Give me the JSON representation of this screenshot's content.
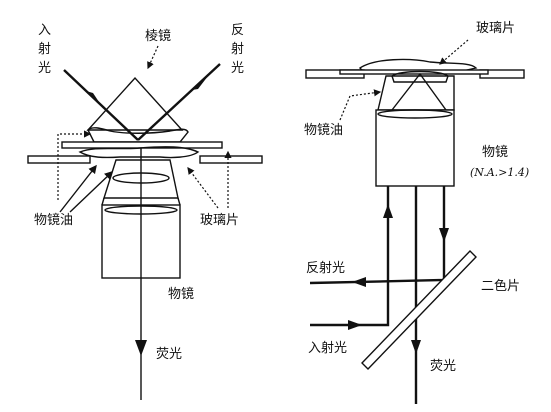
{
  "left_diagram": {
    "prism_label": "棱镜",
    "incident_label_chars": [
      "入",
      "射",
      "光"
    ],
    "reflected_label_chars": [
      "反",
      "射",
      "光"
    ],
    "oil_label": "物镜油",
    "glass_label": "玻璃片",
    "objective_label": "物镜",
    "fluorescence_label": "荧光"
  },
  "right_diagram": {
    "glass_label": "玻璃片",
    "oil_label": "物镜油",
    "objective_label": "物镜",
    "na_label": "(N.A.>1.4)",
    "reflected_label": "反射光",
    "dichroic_label": "二色片",
    "incident_label": "入射光",
    "fluorescence_label": "荧光"
  }
}
